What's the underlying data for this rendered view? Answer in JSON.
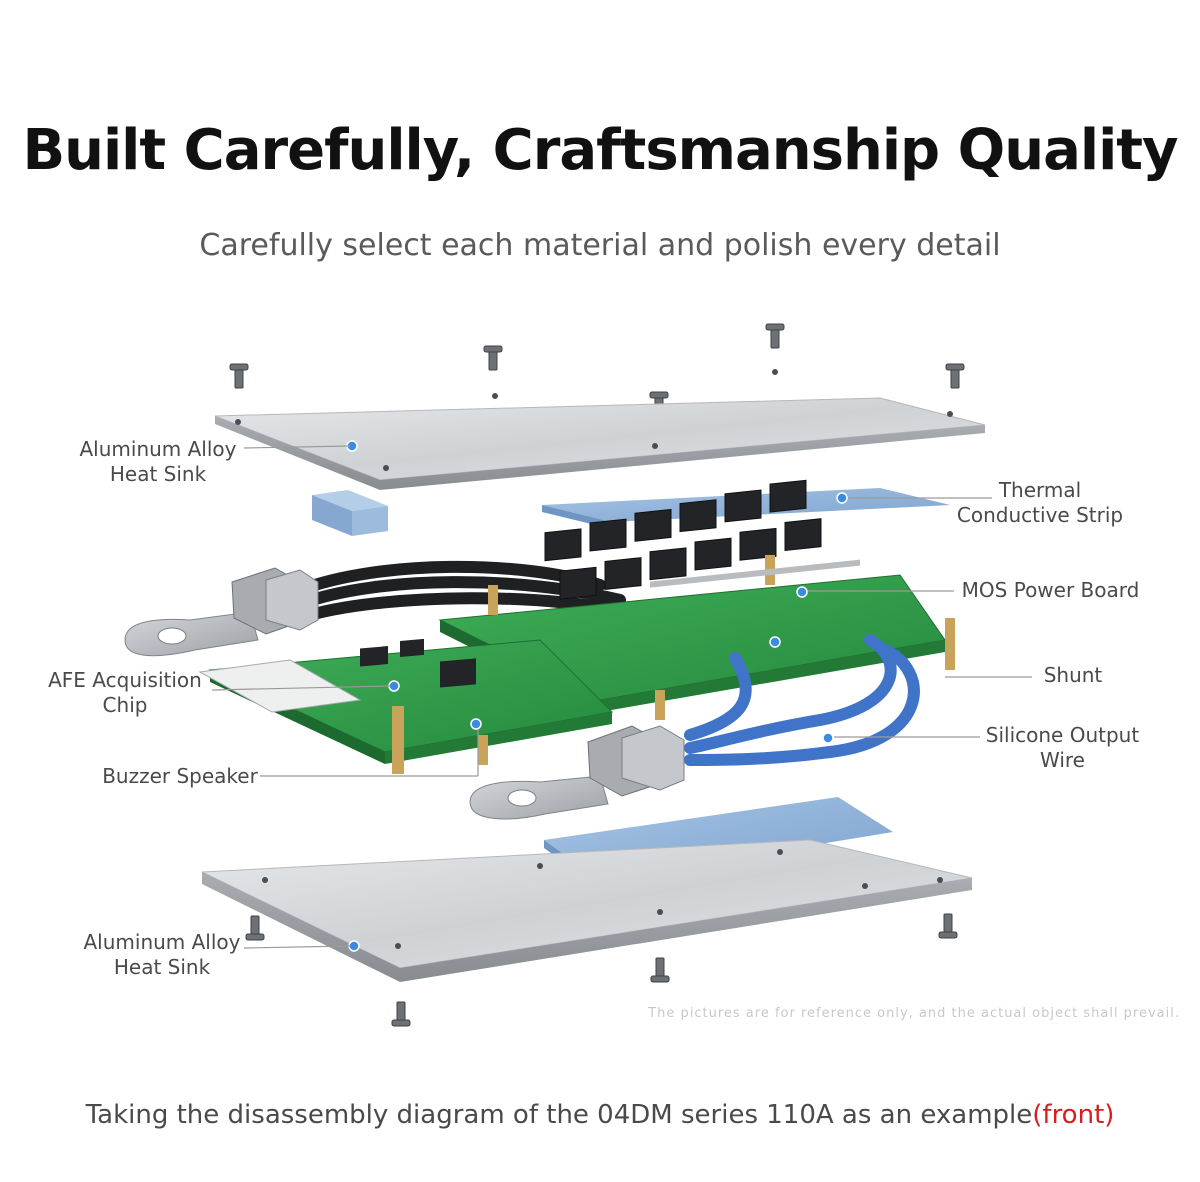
{
  "title": "Built Carefully, Craftsmanship Quality",
  "subtitle": "Carefully select each material and polish every detail",
  "labels": {
    "heat_sink_top": [
      "Aluminum Alloy",
      "Heat Sink"
    ],
    "thermal_strip": [
      "Thermal",
      "Conductive Strip"
    ],
    "mos_board": [
      "MOS Power Board"
    ],
    "afe_chip": [
      "AFE Acquisition",
      "Chip"
    ],
    "shunt": [
      "Shunt"
    ],
    "silicone_wire": [
      "Silicone Output",
      "Wire"
    ],
    "buzzer": [
      "Buzzer Speaker"
    ],
    "heat_sink_bottom": [
      "Aluminum Alloy",
      "Heat Sink"
    ]
  },
  "disclaimer": "The pictures are for reference only, and the actual object shall prevail.",
  "caption": {
    "main": "Taking the disassembly diagram of the 04DM series 110A as an example",
    "highlight": "(front)"
  },
  "colors": {
    "marker": "#3b8be0",
    "plate": "#d8dadc",
    "pcb": "#2f9a47",
    "thermal_pad": "#8fb3d9",
    "wire": "#3f74c9",
    "accent": "#d81e1e"
  }
}
